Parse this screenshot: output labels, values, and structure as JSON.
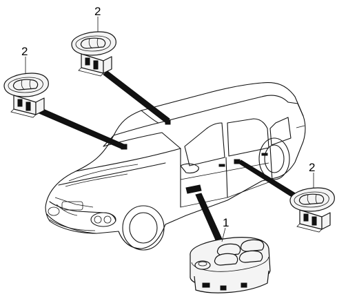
{
  "callouts": {
    "master_switch": "1",
    "rear_left_switch": "2",
    "front_right_switch": "2",
    "rear_right_switch": "2"
  }
}
